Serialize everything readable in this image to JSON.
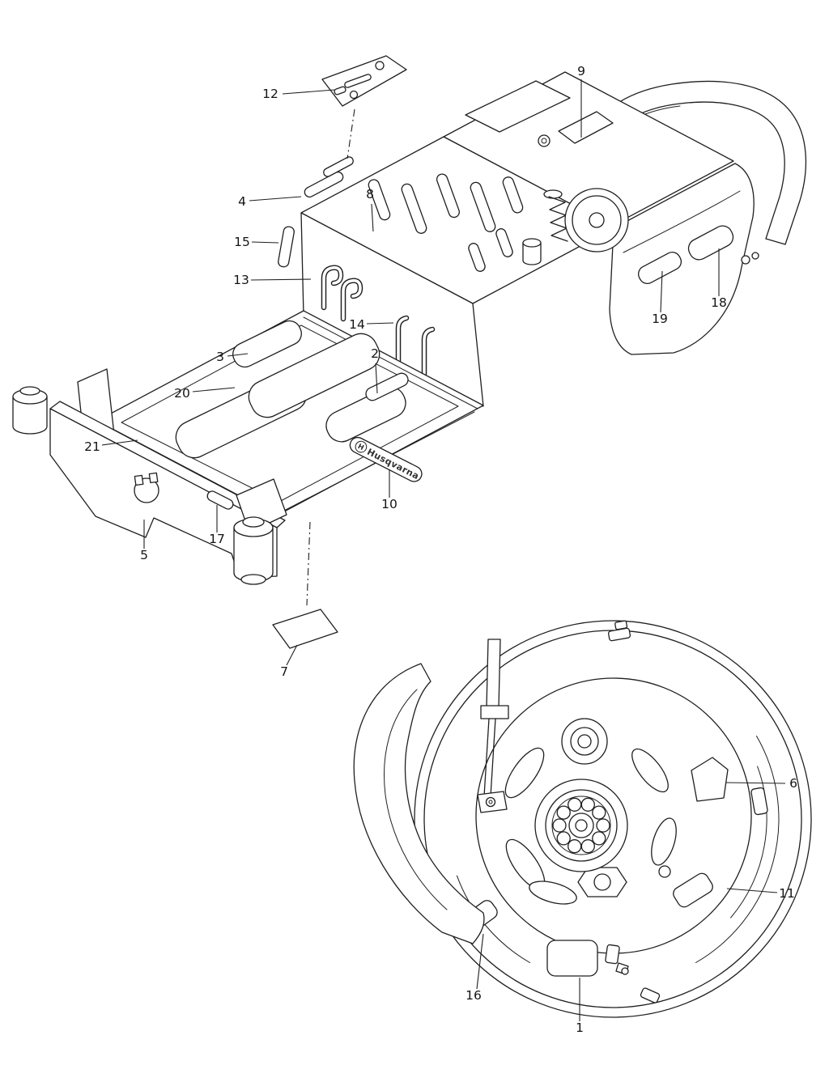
{
  "page": {
    "background": "#ffffff",
    "line_color": "#1f1f1f"
  },
  "brand": {
    "mark": "H",
    "label": "Husqvarna"
  },
  "callouts": [
    {
      "label": "1"
    },
    {
      "label": "2"
    },
    {
      "label": "3"
    },
    {
      "label": "4"
    },
    {
      "label": "5"
    },
    {
      "label": "6"
    },
    {
      "label": "7"
    },
    {
      "label": "8"
    },
    {
      "label": "9"
    },
    {
      "label": "10"
    },
    {
      "label": "11"
    },
    {
      "label": "12"
    },
    {
      "label": "13"
    },
    {
      "label": "14"
    },
    {
      "label": "15"
    },
    {
      "label": "16"
    },
    {
      "label": "17"
    },
    {
      "label": "18"
    },
    {
      "label": "19"
    },
    {
      "label": "20"
    },
    {
      "label": "21"
    }
  ]
}
